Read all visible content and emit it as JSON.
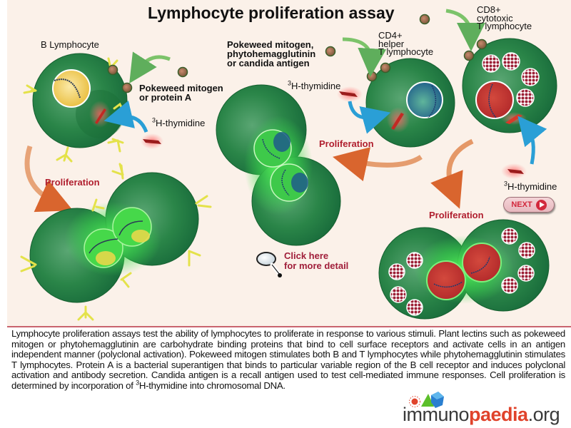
{
  "title": "Lymphocyte proliferation assay",
  "b_cell_panel": {
    "cell_label": "B Lymphocyte",
    "stimulus_label_line1": "Pokeweed mitogen",
    "stimulus_label_line2": "or protein A",
    "thymidine_sup": "3",
    "thymidine_label": "H-thymidine",
    "proliferation_label": "Proliferation"
  },
  "t_cell_panel": {
    "stimulus_label_line1": "Pokeweed mitogen,",
    "stimulus_label_line2": "phytohemagglutinin",
    "stimulus_label_line3": "or candida antigen",
    "cd4_label_line1": "CD4+",
    "cd4_label_line2": "helper",
    "cd4_label_line3": "T lymphocyte",
    "cd8_label_line1": "CD8+",
    "cd8_label_line2": "cytotoxic",
    "cd8_label_line3": "T lymphocyte",
    "thymidine_sup": "3",
    "thymidine_label": "H-thymidine",
    "thymidine2_sup": "3",
    "thymidine2_label": "H-thymidine",
    "proliferation_cd4_label": "Proliferation",
    "proliferation_cd8_label": "Proliferation"
  },
  "detail_link": {
    "line1": "Click here",
    "line2": "for more detail",
    "icon": "magnifier-icon"
  },
  "next_button": {
    "label": "NEXT",
    "icon": "play-icon"
  },
  "description": {
    "text_before_sup": "Lymphocyte proliferation assays test the ability of lymphocytes to proliferate in response to various stimuli. Plant lectins such as pokeweed mitogen or phytohemagglutinin are carbohydrate binding proteins that bind to cell surface receptors and activate cells in an antigen independent manner (polyclonal activation). Pokeweed mitogen stimulates both B and T lymphocytes while phytohemagglutinin stimulates T lymphocytes. Protein A is a bacterial superantigen that binds to particular variable region of the B cell receptor and induces polyclonal activation and antibody secretion. Candida antigen is a recall antigen used to test cell-mediated immune responses. Cell proliferation is determined by incorporation of ",
    "sup": "3",
    "text_after_sup": "H-thymidine into chromosomal DNA."
  },
  "logo": {
    "part1": "immuno",
    "part2": "paedia",
    "part3": ".org"
  },
  "colors": {
    "background": "#fbf1e9",
    "cell_green": "#1f7a3e",
    "proliferation_red": "#b01e2e",
    "link_red": "#a01e3a",
    "divider": "#c9646e",
    "logo_accent": "#e0432b"
  }
}
